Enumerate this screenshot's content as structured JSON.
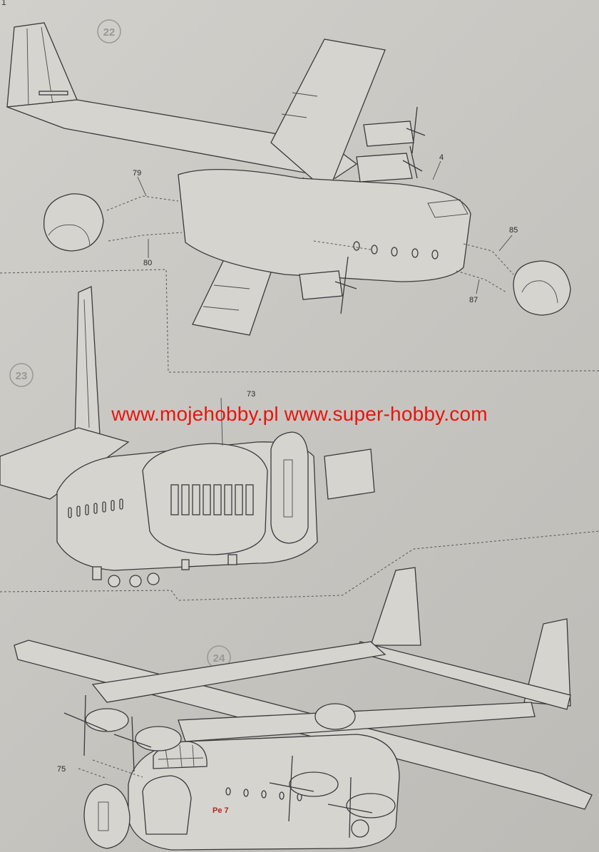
{
  "corner_mark": "1",
  "steps": [
    {
      "number": "22",
      "callouts": [
        "79",
        "80",
        "4",
        "85",
        "87"
      ]
    },
    {
      "number": "23",
      "callouts": [
        "73"
      ]
    },
    {
      "number": "24",
      "callouts": [
        "75"
      ]
    }
  ],
  "watermark": "www.mojehobby.pl www.super-hobby.com",
  "part_code": "Pe 7"
}
